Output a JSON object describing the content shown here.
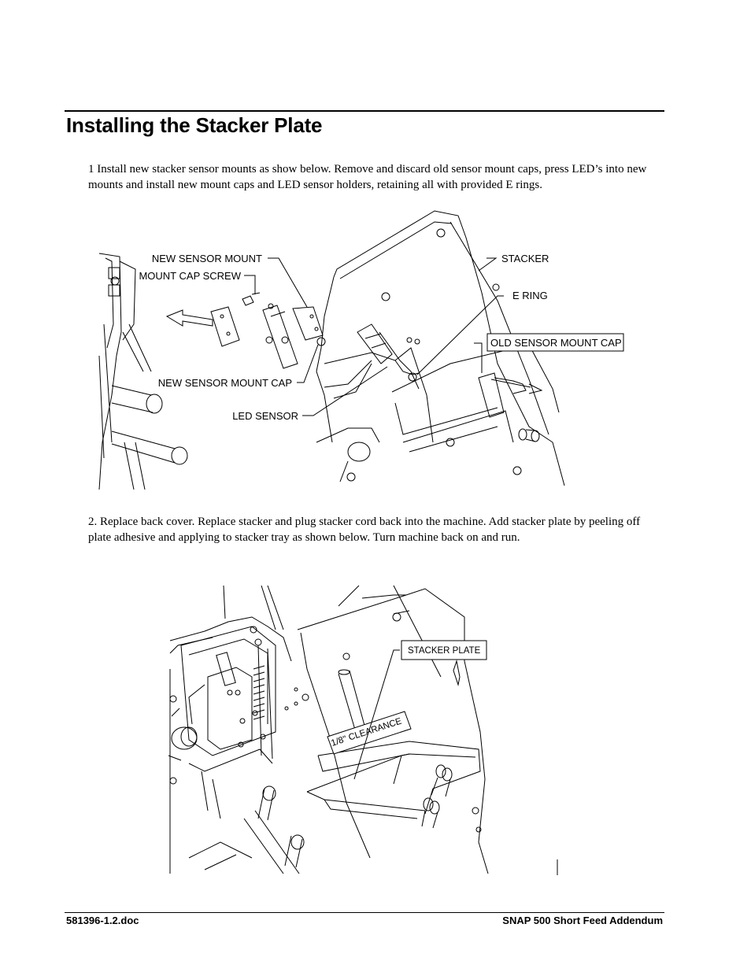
{
  "section": {
    "title": "Installing the Stacker Plate"
  },
  "steps": [
    {
      "text": "1  Install new stacker sensor mounts as show below.  Remove and discard old sensor mount caps, press LED’s into new mounts and install new mount caps and LED sensor holders, retaining all with provided E rings."
    },
    {
      "text": "2.  Replace back cover.  Replace stacker and plug stacker cord back into the machine.  Add stacker plate by peeling off plate adhesive and applying to stacker tray as shown below.  Turn machine back on and run."
    }
  ],
  "figure1": {
    "labels": {
      "new_sensor_mount": "NEW SENSOR MOUNT",
      "mount_cap_screw": "MOUNT CAP SCREW",
      "new_sensor_mount_cap": "NEW SENSOR MOUNT CAP",
      "led_sensor": "LED SENSOR",
      "stacker": "STACKER",
      "e_ring": "E RING",
      "old_sensor_mount_cap": "OLD SENSOR MOUNT CAP"
    }
  },
  "figure2": {
    "labels": {
      "stacker_plate": "STACKER PLATE",
      "clearance": "1/8\" CLEARANCE"
    }
  },
  "footer": {
    "left": "581396-1.2.doc",
    "right": "SNAP 500 Short Feed Addendum"
  }
}
